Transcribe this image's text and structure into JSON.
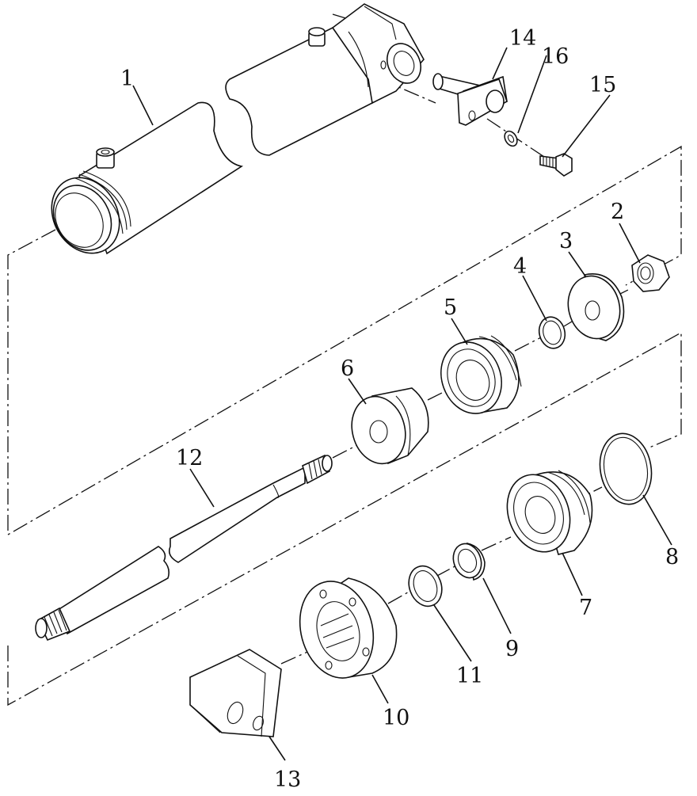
{
  "diagram": {
    "callouts": [
      {
        "id": "p1",
        "label": "1"
      },
      {
        "id": "p2",
        "label": "2"
      },
      {
        "id": "p3",
        "label": "3"
      },
      {
        "id": "p4",
        "label": "4"
      },
      {
        "id": "p5",
        "label": "5"
      },
      {
        "id": "p6",
        "label": "6"
      },
      {
        "id": "p7",
        "label": "7"
      },
      {
        "id": "p8",
        "label": "8"
      },
      {
        "id": "p9",
        "label": "9"
      },
      {
        "id": "p10",
        "label": "10"
      },
      {
        "id": "p11",
        "label": "11"
      },
      {
        "id": "p12",
        "label": "12"
      },
      {
        "id": "p13",
        "label": "13"
      },
      {
        "id": "p14",
        "label": "14"
      },
      {
        "id": "p15",
        "label": "15"
      },
      {
        "id": "p16",
        "label": "16"
      }
    ]
  }
}
